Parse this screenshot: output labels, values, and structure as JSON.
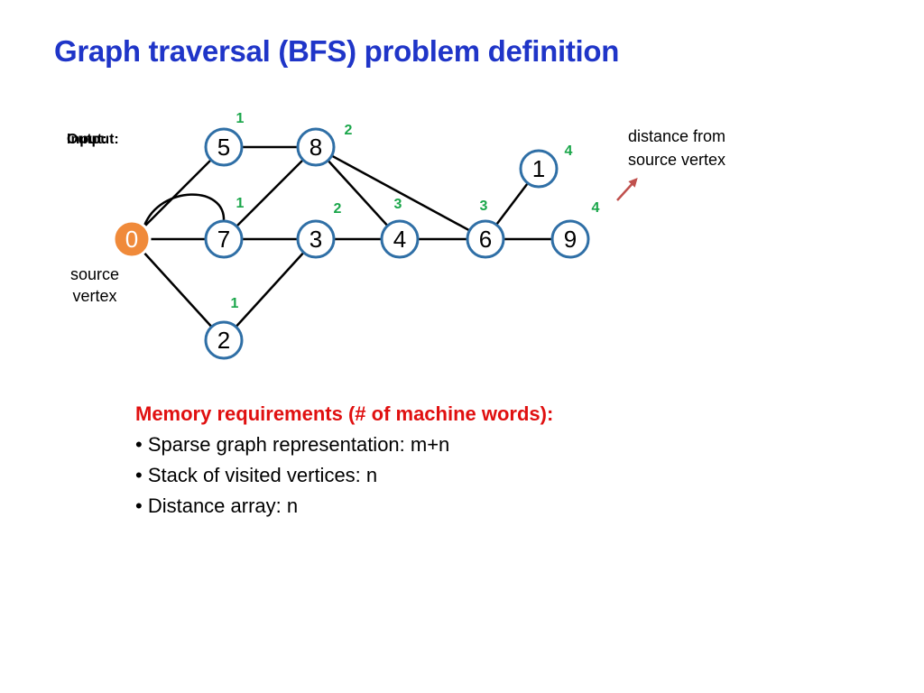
{
  "title": "Graph traversal (BFS) problem definition",
  "labels": {
    "input": "Input:",
    "output": "Output:"
  },
  "source_note": [
    "source",
    "vertex"
  ],
  "distance_note": [
    "distance from",
    "source vertex"
  ],
  "colors": {
    "title": "#1f35c8",
    "node_border": "#2f6fa6",
    "source_fill": "#f08a3a",
    "distance": "#1aa64a",
    "memory_heading": "#e01010",
    "arrow": "#c0504d"
  },
  "vertices": [
    {
      "id": "0",
      "label": "0",
      "source": true
    },
    {
      "id": "5",
      "label": "5",
      "distance": "1"
    },
    {
      "id": "8",
      "label": "8",
      "distance": "2"
    },
    {
      "id": "1",
      "label": "1",
      "distance": "4"
    },
    {
      "id": "7",
      "label": "7",
      "distance": "1"
    },
    {
      "id": "3",
      "label": "3",
      "distance": "2"
    },
    {
      "id": "4",
      "label": "4",
      "distance": "3"
    },
    {
      "id": "6",
      "label": "6",
      "distance": "3"
    },
    {
      "id": "9",
      "label": "9",
      "distance": "4"
    },
    {
      "id": "2",
      "label": "2",
      "distance": "1"
    }
  ],
  "edges": [
    [
      "0",
      "5"
    ],
    [
      "0",
      "7"
    ],
    [
      "0",
      "2"
    ],
    [
      "5",
      "8"
    ],
    [
      "8",
      "7"
    ],
    [
      "8",
      "4"
    ],
    [
      "8",
      "6"
    ],
    [
      "7",
      "3"
    ],
    [
      "3",
      "4"
    ],
    [
      "4",
      "6"
    ],
    [
      "6",
      "1"
    ],
    [
      "6",
      "9"
    ],
    [
      "3",
      "2"
    ],
    [
      "0",
      "7c"
    ]
  ],
  "memory": {
    "heading": "Memory requirements (# of machine words):",
    "items": [
      "• Sparse graph representation: m+n",
      "• Stack of visited vertices: n",
      "• Distance array: n"
    ]
  }
}
